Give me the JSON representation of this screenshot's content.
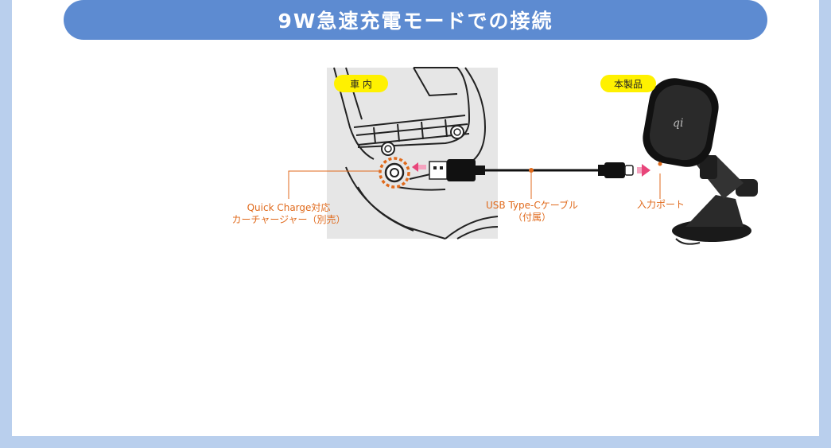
{
  "banner": {
    "title": "9W急速充電モードでの接続"
  },
  "tags": {
    "car": "車 内",
    "product": "本製品"
  },
  "labels": {
    "charger_line1": "Quick Charge対応",
    "charger_line2": "カーチャージャー（別売）",
    "cable_line1": "USB Type-Cケーブル",
    "cable_line2": "（付属）",
    "port": "入力ポート"
  },
  "icons": {
    "qi": "qi"
  },
  "colors": {
    "banner": "#5d8bd1",
    "frame": "#b9cfed",
    "accent": "#e06a1c",
    "tag": "#fff100",
    "arrow": "#e8457a"
  }
}
